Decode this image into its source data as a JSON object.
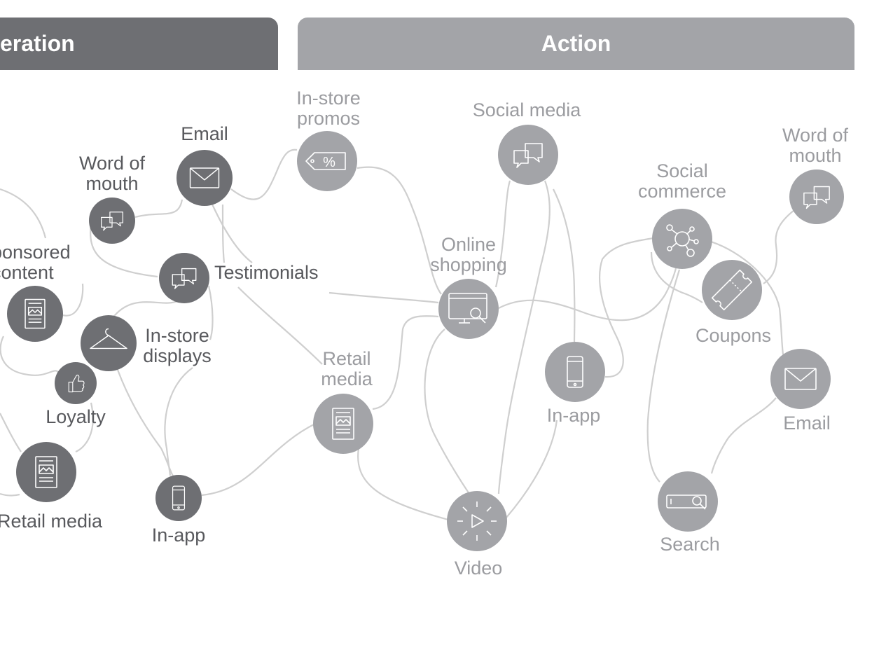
{
  "headers": {
    "left": "eration",
    "right": "Action"
  },
  "colors": {
    "dark_node": "#6e6f73",
    "light_node": "#a3a4a8",
    "dark_label": "#58595d",
    "light_label": "#9b9ca0",
    "connector": "#cfcfcf",
    "icon_stroke": "#ffffff"
  },
  "nodes": [
    {
      "id": "email-left",
      "label": [
        "Email"
      ],
      "icon": "envelope-icon",
      "tone": "dark"
    },
    {
      "id": "word-of-mouth-left",
      "label": [
        "Word of",
        "mouth"
      ],
      "icon": "chat-bubbles-icon",
      "tone": "dark"
    },
    {
      "id": "sponsored-content",
      "label": [
        "ponsored",
        "content"
      ],
      "icon": "document-icon",
      "tone": "dark"
    },
    {
      "id": "testimonials",
      "label": [
        "Testimonials"
      ],
      "icon": "chat-bubbles-icon",
      "tone": "dark"
    },
    {
      "id": "in-store-displays",
      "label": [
        "In-store",
        "displays"
      ],
      "icon": "hanger-icon",
      "tone": "dark"
    },
    {
      "id": "loyalty",
      "label": [
        "Loyalty"
      ],
      "icon": "thumbs-up-icon",
      "tone": "dark"
    },
    {
      "id": "retail-media-left",
      "label": [
        "Retail media"
      ],
      "icon": "document-icon",
      "tone": "dark"
    },
    {
      "id": "in-app-left",
      "label": [
        "In-app"
      ],
      "icon": "phone-icon",
      "tone": "dark"
    },
    {
      "id": "in-store-promos",
      "label": [
        "In-store",
        "promos"
      ],
      "icon": "price-tag-icon",
      "tone": "light"
    },
    {
      "id": "social-media",
      "label": [
        "Social media"
      ],
      "icon": "chat-bubbles-icon",
      "tone": "light"
    },
    {
      "id": "online-shopping",
      "label": [
        "Online",
        "shopping"
      ],
      "icon": "monitor-search-icon",
      "tone": "light"
    },
    {
      "id": "retail-media-right",
      "label": [
        "Retail",
        "media"
      ],
      "icon": "document-icon",
      "tone": "light"
    },
    {
      "id": "in-app-right",
      "label": [
        "In-app"
      ],
      "icon": "phone-icon",
      "tone": "light"
    },
    {
      "id": "video",
      "label": [
        "Video"
      ],
      "icon": "play-icon",
      "tone": "light"
    },
    {
      "id": "social-commerce",
      "label": [
        "Social",
        "commerce"
      ],
      "icon": "network-icon",
      "tone": "light"
    },
    {
      "id": "coupons",
      "label": [
        "Coupons"
      ],
      "icon": "ticket-icon",
      "tone": "light"
    },
    {
      "id": "word-of-mouth-right",
      "label": [
        "Word of",
        "mouth"
      ],
      "icon": "chat-bubbles-icon",
      "tone": "light"
    },
    {
      "id": "email-right",
      "label": [
        "Email"
      ],
      "icon": "envelope-icon",
      "tone": "light"
    },
    {
      "id": "search",
      "label": [
        "Search"
      ],
      "icon": "search-bar-icon",
      "tone": "light"
    }
  ]
}
